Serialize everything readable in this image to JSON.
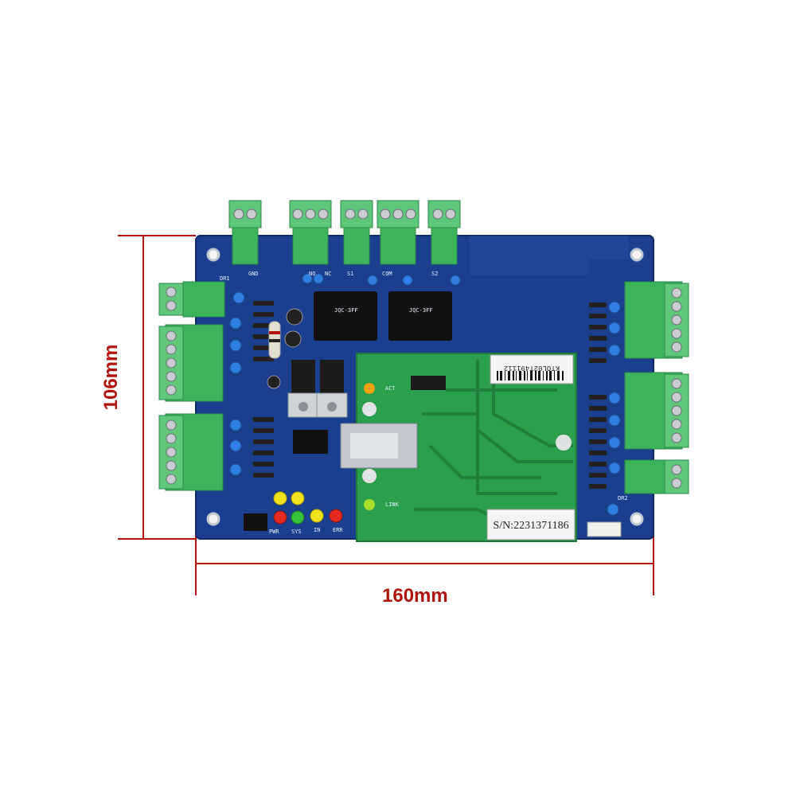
{
  "dimensions": {
    "width_label": "160mm",
    "height_label": "106mm"
  },
  "board": {
    "serial_label": "S/N:2231371186",
    "model_label": "KTOL02T491112",
    "silkscreen": {
      "dr1": "DR1",
      "dr2": "DR2",
      "act": "ACT",
      "link": "LINK",
      "pwr": "PWR",
      "sys": "SYS",
      "in": "IN",
      "err": "ERR",
      "s1": "S1",
      "s2": "S2",
      "gnd": "GND",
      "no": "NO",
      "nc": "NC",
      "com": "COM"
    }
  },
  "colors": {
    "pcb_blue": "#1a3f8f",
    "module_green": "#2aa04c",
    "terminal_green": "#3cb45a",
    "dimension_red": "#b0140c"
  }
}
